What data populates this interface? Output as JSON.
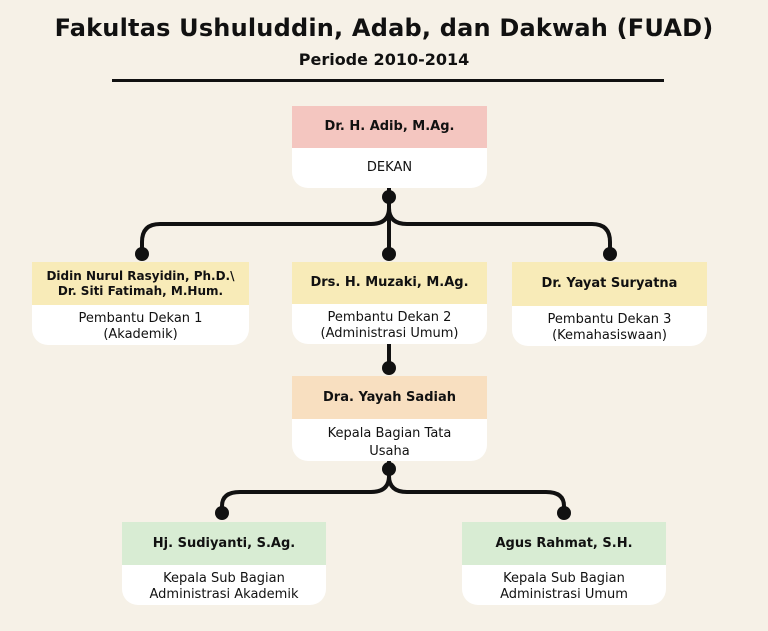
{
  "header": {
    "title": "Fakultas Ushuluddin, Adab, dan Dakwah (FUAD)",
    "subtitle": "Periode 2010-2014"
  },
  "nodes": {
    "dekan": {
      "name": "Dr. H. Adib, M.Ag.",
      "role": "DEKAN",
      "color": "#f4c6c0"
    },
    "pd1": {
      "name_line1": "Didin Nurul Rasyidin, Ph.D.\\",
      "name_line2": "Dr. Siti Fatimah, M.Hum.",
      "role_line1": "Pembantu Dekan 1",
      "role_line2": "(Akademik)",
      "color": "#f8ebb8"
    },
    "pd2": {
      "name": "Drs. H. Muzaki, M.Ag.",
      "role_line1": "Pembantu Dekan 2",
      "role_line2": "(Administrasi Umum)",
      "color": "#f8ebb8"
    },
    "pd3": {
      "name": "Dr. Yayat Suryatna",
      "role_line1": "Pembantu Dekan 3",
      "role_line2": "(Kemahasiswaan)",
      "color": "#f8ebb8"
    },
    "kabag": {
      "name": "Dra. Yayah Sadiah",
      "role_line1": "Kepala Bagian Tata",
      "role_line2": "Usaha",
      "color": "#f8dfc0"
    },
    "kasubag1": {
      "name": "Hj. Sudiyanti, S.Ag.",
      "role_line1": "Kepala Sub Bagian",
      "role_line2": "Administrasi Akademik",
      "color": "#d8ecd3"
    },
    "kasubag2": {
      "name": "Agus Rahmat, S.H.",
      "role_line1": "Kepala Sub Bagian",
      "role_line2": "Administrasi Umum",
      "color": "#d8ecd3"
    }
  }
}
